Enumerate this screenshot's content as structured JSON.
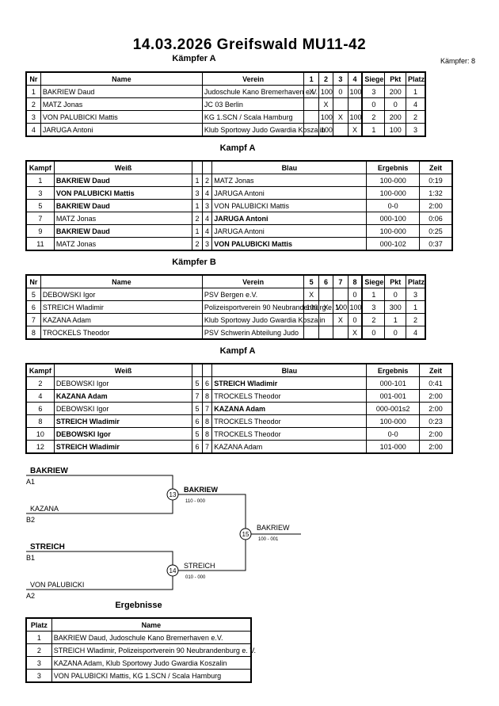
{
  "header": {
    "title": "14.03.2026  Greifswald   MU11-42",
    "fighter_count": "Kämpfer: 8"
  },
  "pool_a": {
    "title": "Kämpfer A",
    "headers": [
      "Nr",
      "Name",
      "Verein",
      "1",
      "2",
      "3",
      "4",
      "Siege",
      "Pkt",
      "Platz"
    ],
    "rows": [
      [
        "1",
        "BAKRIEW Daud",
        "Judoschule Kano Bremerhaven e.V.",
        "X",
        "100",
        "0",
        "100",
        "3",
        "200",
        "1"
      ],
      [
        "2",
        "MATZ Jonas",
        "JC 03 Berlin",
        "",
        "X",
        "",
        "",
        "0",
        "0",
        "4"
      ],
      [
        "3",
        "VON PALUBICKI Mattis",
        "KG 1.SCN / Scala Hamburg",
        "",
        "100",
        "X",
        "100",
        "2",
        "200",
        "2"
      ],
      [
        "4",
        "JARUGA Antoni",
        "Klub Sportowy Judo Gwardia Koszalin",
        "",
        "100",
        "",
        "X",
        "1",
        "100",
        "3"
      ]
    ]
  },
  "fights_a": {
    "title": "Kampf A",
    "headers": [
      "Kampf",
      "Weiß",
      "",
      "",
      "Blau",
      "Ergebnis",
      "Zeit"
    ],
    "rows": [
      {
        "nr": "1",
        "white": "BAKRIEW Daud",
        "wn": "1",
        "bn": "2",
        "blue": "MATZ Jonas",
        "result": "100-000",
        "time": "0:19",
        "winner": "w"
      },
      {
        "nr": "3",
        "white": "VON PALUBICKI Mattis",
        "wn": "3",
        "bn": "4",
        "blue": "JARUGA Antoni",
        "result": "100-000",
        "time": "1:32",
        "winner": "w"
      },
      {
        "nr": "5",
        "white": "BAKRIEW Daud",
        "wn": "1",
        "bn": "3",
        "blue": "VON PALUBICKI Mattis",
        "result": "0-0",
        "time": "2:00",
        "winner": "w"
      },
      {
        "nr": "7",
        "white": "MATZ Jonas",
        "wn": "2",
        "bn": "4",
        "blue": "JARUGA Antoni",
        "result": "000-100",
        "time": "0:06",
        "winner": "b"
      },
      {
        "nr": "9",
        "white": "BAKRIEW Daud",
        "wn": "1",
        "bn": "4",
        "blue": "JARUGA Antoni",
        "result": "100-000",
        "time": "0:25",
        "winner": "w"
      },
      {
        "nr": "11",
        "white": "MATZ Jonas",
        "wn": "2",
        "bn": "3",
        "blue": "VON PALUBICKI Mattis",
        "result": "000-102",
        "time": "0:37",
        "winner": "b"
      }
    ]
  },
  "pool_b": {
    "title": "Kämpfer B",
    "headers": [
      "Nr",
      "Name",
      "Verein",
      "5",
      "6",
      "7",
      "8",
      "Siege",
      "Pkt",
      "Platz"
    ],
    "rows": [
      [
        "5",
        "DEBOWSKI Igor",
        "PSV Bergen e.V.",
        "X",
        "",
        "",
        "0",
        "1",
        "0",
        "3"
      ],
      [
        "6",
        "STREICH Wladimir",
        "Polizeisportverein 90 Neubrandenburg e. V.",
        "100",
        "X",
        "100",
        "100",
        "3",
        "300",
        "1"
      ],
      [
        "7",
        "KAZANA Adam",
        "Klub Sportowy Judo Gwardia Koszalin",
        "",
        "",
        "X",
        "0",
        "2",
        "1",
        "2"
      ],
      [
        "8",
        "TROCKELS Theodor",
        "PSV Schwerin Abteilung Judo",
        "",
        "",
        "",
        "X",
        "0",
        "0",
        "4"
      ]
    ]
  },
  "fights_b": {
    "title": "Kampf A",
    "headers": [
      "Kampf",
      "Weiß",
      "",
      "",
      "Blau",
      "Ergebnis",
      "Zeit"
    ],
    "rows": [
      {
        "nr": "2",
        "white": "DEBOWSKI Igor",
        "wn": "5",
        "bn": "6",
        "blue": "STREICH Wladimir",
        "result": "000-101",
        "time": "0:41",
        "winner": "b"
      },
      {
        "nr": "4",
        "white": "KAZANA Adam",
        "wn": "7",
        "bn": "8",
        "blue": "TROCKELS Theodor",
        "result": "001-001",
        "time": "2:00",
        "winner": "w"
      },
      {
        "nr": "6",
        "white": "DEBOWSKI Igor",
        "wn": "5",
        "bn": "7",
        "blue": "KAZANA Adam",
        "result": "000-001s2",
        "time": "2:00",
        "winner": "b"
      },
      {
        "nr": "8",
        "white": "STREICH Wladimir",
        "wn": "6",
        "bn": "8",
        "blue": "TROCKELS Theodor",
        "result": "100-000",
        "time": "0:23",
        "winner": "w"
      },
      {
        "nr": "10",
        "white": "DEBOWSKI Igor",
        "wn": "5",
        "bn": "8",
        "blue": "TROCKELS Theodor",
        "result": "0-0",
        "time": "2:00",
        "winner": "w"
      },
      {
        "nr": "12",
        "white": "STREICH Wladimir",
        "wn": "6",
        "bn": "7",
        "blue": "KAZANA Adam",
        "result": "101-000",
        "time": "2:00",
        "winner": "w"
      }
    ]
  },
  "bracket": {
    "semi1": {
      "top": "BAKRIEW",
      "top_seed": "A1",
      "bottom": "KAZANA",
      "bottom_seed": "B2",
      "fight": "13",
      "winner": "BAKRIEW",
      "score": "110 - 000"
    },
    "semi2": {
      "top": "STREICH",
      "top_seed": "B1",
      "bottom": "VON PALUBICKI",
      "bottom_seed": "A2",
      "fight": "14",
      "winner": "STREICH",
      "score": "010 - 000"
    },
    "final": {
      "fight": "15",
      "winner": "BAKRIEW",
      "score": "100 - 001"
    }
  },
  "results": {
    "title": "Ergebnisse",
    "headers": [
      "Platz",
      "Name"
    ],
    "rows": [
      [
        "1",
        "BAKRIEW Daud, Judoschule Kano Bremerhaven e.V."
      ],
      [
        "2",
        "STREICH Wladimir, Polizeisportverein 90 Neubrandenburg e. V."
      ],
      [
        "3",
        "KAZANA Adam, Klub Sportowy Judo Gwardia Koszalin"
      ],
      [
        "3",
        "VON PALUBICKI Mattis, KG 1.SCN / Scala Hamburg"
      ]
    ]
  }
}
